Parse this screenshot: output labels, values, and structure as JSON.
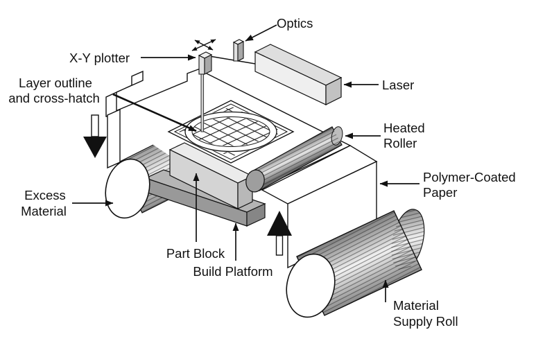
{
  "diagram": {
    "title_semantic": "Laminated Object Manufacturing process diagram",
    "labels": {
      "optics": "Optics",
      "xy_plotter": "X-Y plotter",
      "layer_outline": [
        "Layer outline",
        "and cross-hatch"
      ],
      "laser": "Laser",
      "heated_roller": [
        "Heated",
        "Roller"
      ],
      "excess_material": [
        "Excess",
        "Material"
      ],
      "polymer_coated_paper": [
        "Polymer-Coated",
        "Paper"
      ],
      "part_block": "Part Block",
      "build_platform": "Build Platform",
      "material_supply_roll": [
        "Material",
        "Supply Roll"
      ]
    },
    "colors": {
      "ink": "#111111",
      "background": "#ffffff",
      "sheet": "#ffffff",
      "block_top": "#ebebeb",
      "block_front": "#d4d4d4",
      "block_side": "#b8b8b8",
      "platform_top": "#b5b5b5",
      "platform_front": "#999999",
      "platform_side": "#868686",
      "roller_cap": "#9e9e9e"
    }
  }
}
